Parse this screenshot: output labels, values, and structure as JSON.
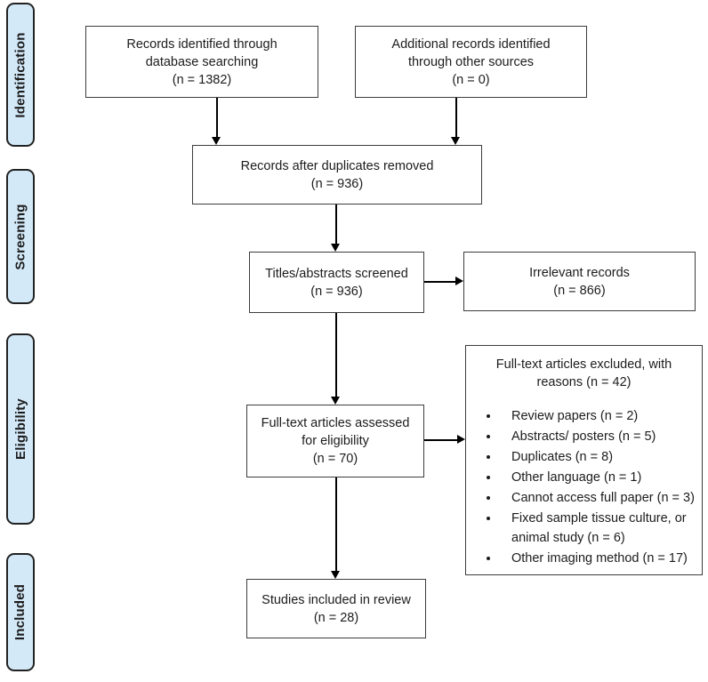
{
  "diagram": {
    "type": "prisma-flow-diagram",
    "colors": {
      "stage_fill": "#d3e9f8",
      "stage_border": "#222222",
      "box_border": "#3d3d3d",
      "arrow": "#000000",
      "text": "#1c1c1c",
      "background": "#ffffff"
    },
    "stages": {
      "identification": "Identification",
      "screening": "Screening",
      "eligibility": "Eligibility",
      "included": "Included"
    },
    "boxes": {
      "records_identified": "Records identified through\ndatabase searching\n(n = 1382)",
      "additional_records": "Additional records identified\nthrough other sources\n(n = 0)",
      "duplicates_removed": "Records after duplicates removed\n(n = 936)",
      "titles_screened": "Titles/abstracts screened\n(n = 936)",
      "irrelevant_records": "Irrelevant records\n(n = 866)",
      "fulltext_assessed": "Full-text articles assessed\nfor eligibility\n(n = 70)",
      "studies_included": "Studies included in review\n(n = 28)"
    },
    "excluded": {
      "heading": "Full-text articles excluded, with\nreasons (n = 42)",
      "reasons": [
        "Review papers (n = 2)",
        "Abstracts/ posters (n = 5)",
        "Duplicates (n = 8)",
        "Other language (n = 1)",
        "Cannot access full paper (n = 3)",
        "Fixed sample tissue culture, or animal study (n = 6)",
        "Other imaging method (n = 17)"
      ]
    }
  }
}
